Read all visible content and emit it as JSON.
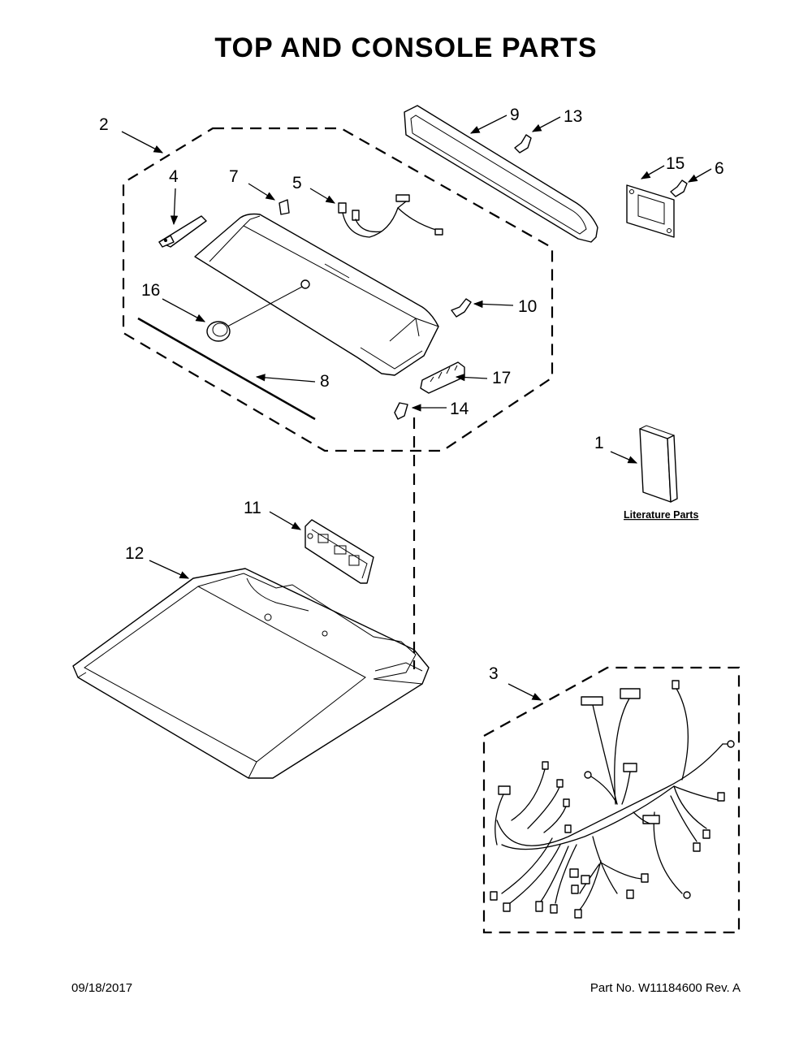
{
  "title": "TOP AND CONSOLE PARTS",
  "footer": {
    "date": "09/18/2017",
    "part_number": "Part No.  W11184600   Rev.  A"
  },
  "literature_label": "Literature Parts",
  "callouts": {
    "c1": "1",
    "c2": "2",
    "c3": "3",
    "c4": "4",
    "c5": "5",
    "c6": "6",
    "c7": "7",
    "c8": "8",
    "c9": "9",
    "c10": "10",
    "c11": "11",
    "c12": "12",
    "c13": "13",
    "c14": "14",
    "c15": "15",
    "c16": "16",
    "c17": "17"
  }
}
